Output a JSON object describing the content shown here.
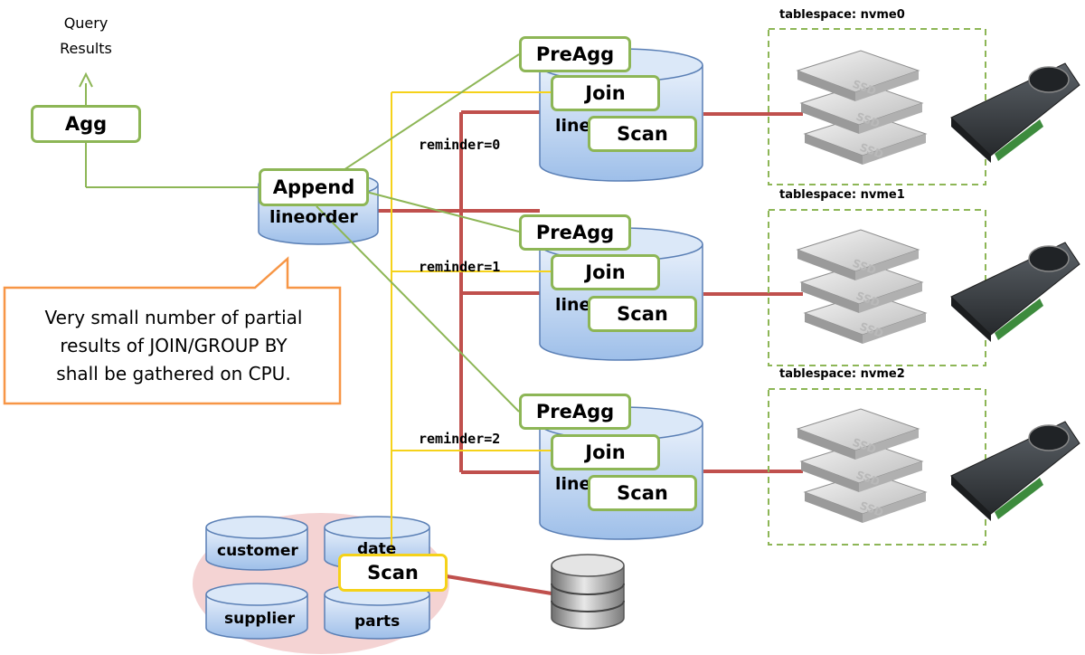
{
  "output": {
    "line1": "Query",
    "line2": "Results"
  },
  "agg_label": "Agg",
  "append": {
    "label": "Append",
    "table": "lineorder"
  },
  "partitions": [
    {
      "preagg": "PreAgg",
      "join": "Join",
      "scan": "Scan",
      "table_partial": "line",
      "reminder": "reminder=0",
      "tablespace": "tablespace: nvme0"
    },
    {
      "preagg": "PreAgg",
      "join": "Join",
      "scan": "Scan",
      "table_partial": "line",
      "reminder": "reminder=1",
      "tablespace": "tablespace: nvme1"
    },
    {
      "preagg": "PreAgg",
      "join": "Join",
      "scan": "Scan",
      "table_partial": "line",
      "reminder": "reminder=2",
      "tablespace": "tablespace: nvme2"
    }
  ],
  "ssd_label": "SSD",
  "callout": {
    "line1": "Very small number of partial",
    "line2": "results of JOIN/GROUP BY",
    "line3": "shall be gathered on CPU."
  },
  "dimension_tables": {
    "customer": "customer",
    "date": "date",
    "supplier": "supplier",
    "parts": "parts",
    "scan": "Scan"
  },
  "colors": {
    "green": "#8db656",
    "yellow": "#f5d21a",
    "red": "#c0504d",
    "orange": "#f79646",
    "cylinder_top": "#dbe8f8",
    "cylinder_body": "#a9c8ef",
    "pink_cloud": "#f3d0d0"
  }
}
